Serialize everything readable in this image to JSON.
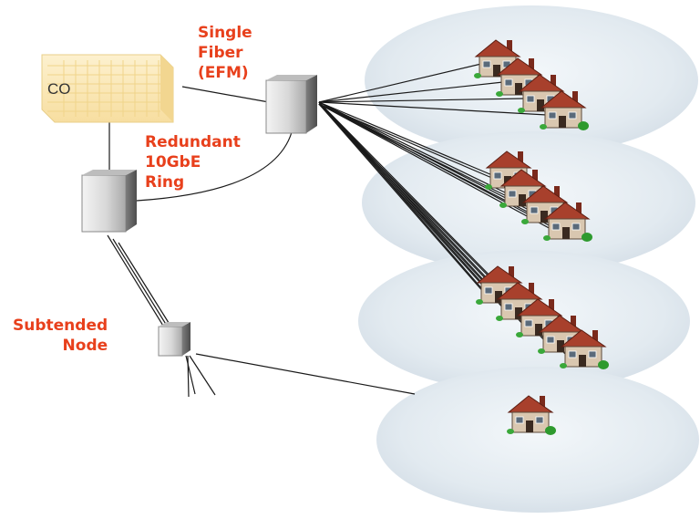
{
  "labels": {
    "co": "CO",
    "single_fiber": "Single\nFiber\n(EFM)",
    "redundant_ring": "Redundant\n10GbE\nRing",
    "subtended_node": "Subtended\nNode"
  },
  "colors": {
    "label_accent": "#e8401c",
    "cloud_fill": "#dfe8ef",
    "house_roof": "#a8402c",
    "house_wall": "#d9c7b0",
    "co_fill": "#fbe8b8"
  },
  "icons": {
    "central_office": "building-icon",
    "switch": "server-tower-icon",
    "house": "house-icon"
  }
}
